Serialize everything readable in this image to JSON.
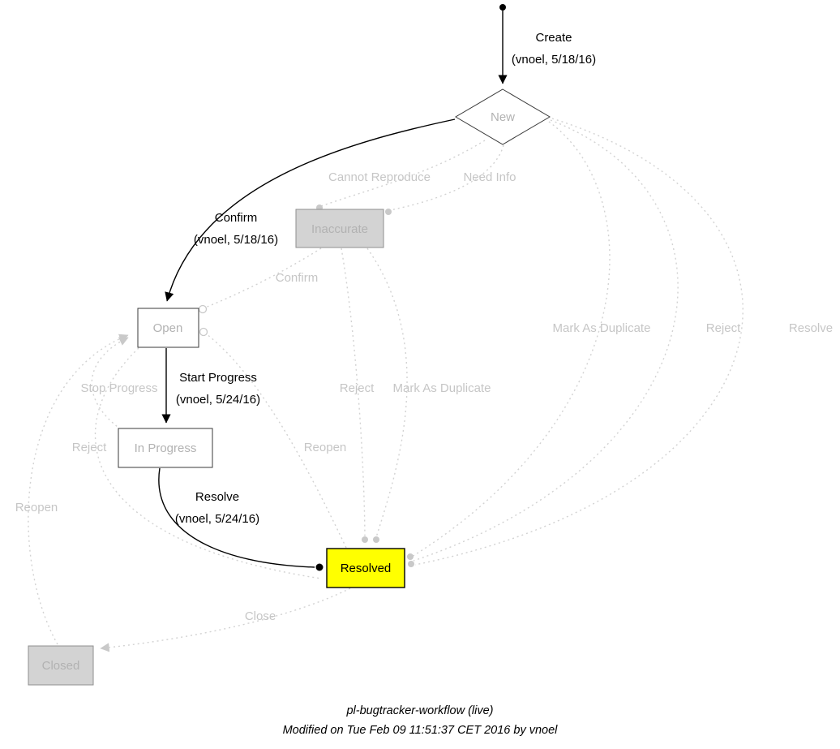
{
  "footer": {
    "line1": "pl-bugtracker-workflow (live)",
    "line2": "Modified on Tue Feb 09 11:51:37 CET 2016 by vnoel"
  },
  "nodes": {
    "new": {
      "label": "New"
    },
    "inaccurate": {
      "label": "Inaccurate"
    },
    "open": {
      "label": "Open"
    },
    "in_progress": {
      "label": "In Progress"
    },
    "resolved": {
      "label": "Resolved"
    },
    "closed": {
      "label": "Closed"
    }
  },
  "edges": {
    "create": {
      "label": "Create",
      "detail": "(vnoel, 5/18/16)"
    },
    "confirm_new_open": {
      "label": "Confirm",
      "detail": "(vnoel, 5/18/16)"
    },
    "start_progress": {
      "label": "Start Progress",
      "detail": "(vnoel, 5/24/16)"
    },
    "resolve_in_progress": {
      "label": "Resolve",
      "detail": "(vnoel, 5/24/16)"
    },
    "cannot_reproduce": {
      "label": "Cannot Reproduce"
    },
    "need_info": {
      "label": "Need Info"
    },
    "confirm_inaccurate": {
      "label": "Confirm"
    },
    "mark_as_duplicate_new": {
      "label": "Mark As Duplicate"
    },
    "reject_new": {
      "label": "Reject"
    },
    "resolve_new": {
      "label": "Resolve"
    },
    "stop_progress": {
      "label": "Stop Progress"
    },
    "reject_mid": {
      "label": "Reject"
    },
    "mark_as_duplicate_mid": {
      "label": "Mark As Duplicate"
    },
    "reject_left": {
      "label": "Reject"
    },
    "reopen_resolved": {
      "label": "Reopen"
    },
    "reopen_closed": {
      "label": "Reopen"
    },
    "close": {
      "label": "Close"
    }
  },
  "colors": {
    "active_stroke": "#000000",
    "inactive_stroke": "#d2d2d2",
    "inactive_text": "#c6c6c6",
    "node_inactive_text": "#b2b2b2",
    "resolved_fill": "#ffff00",
    "disabled_fill": "#d3d3d3",
    "white_fill": "#ffffff"
  }
}
